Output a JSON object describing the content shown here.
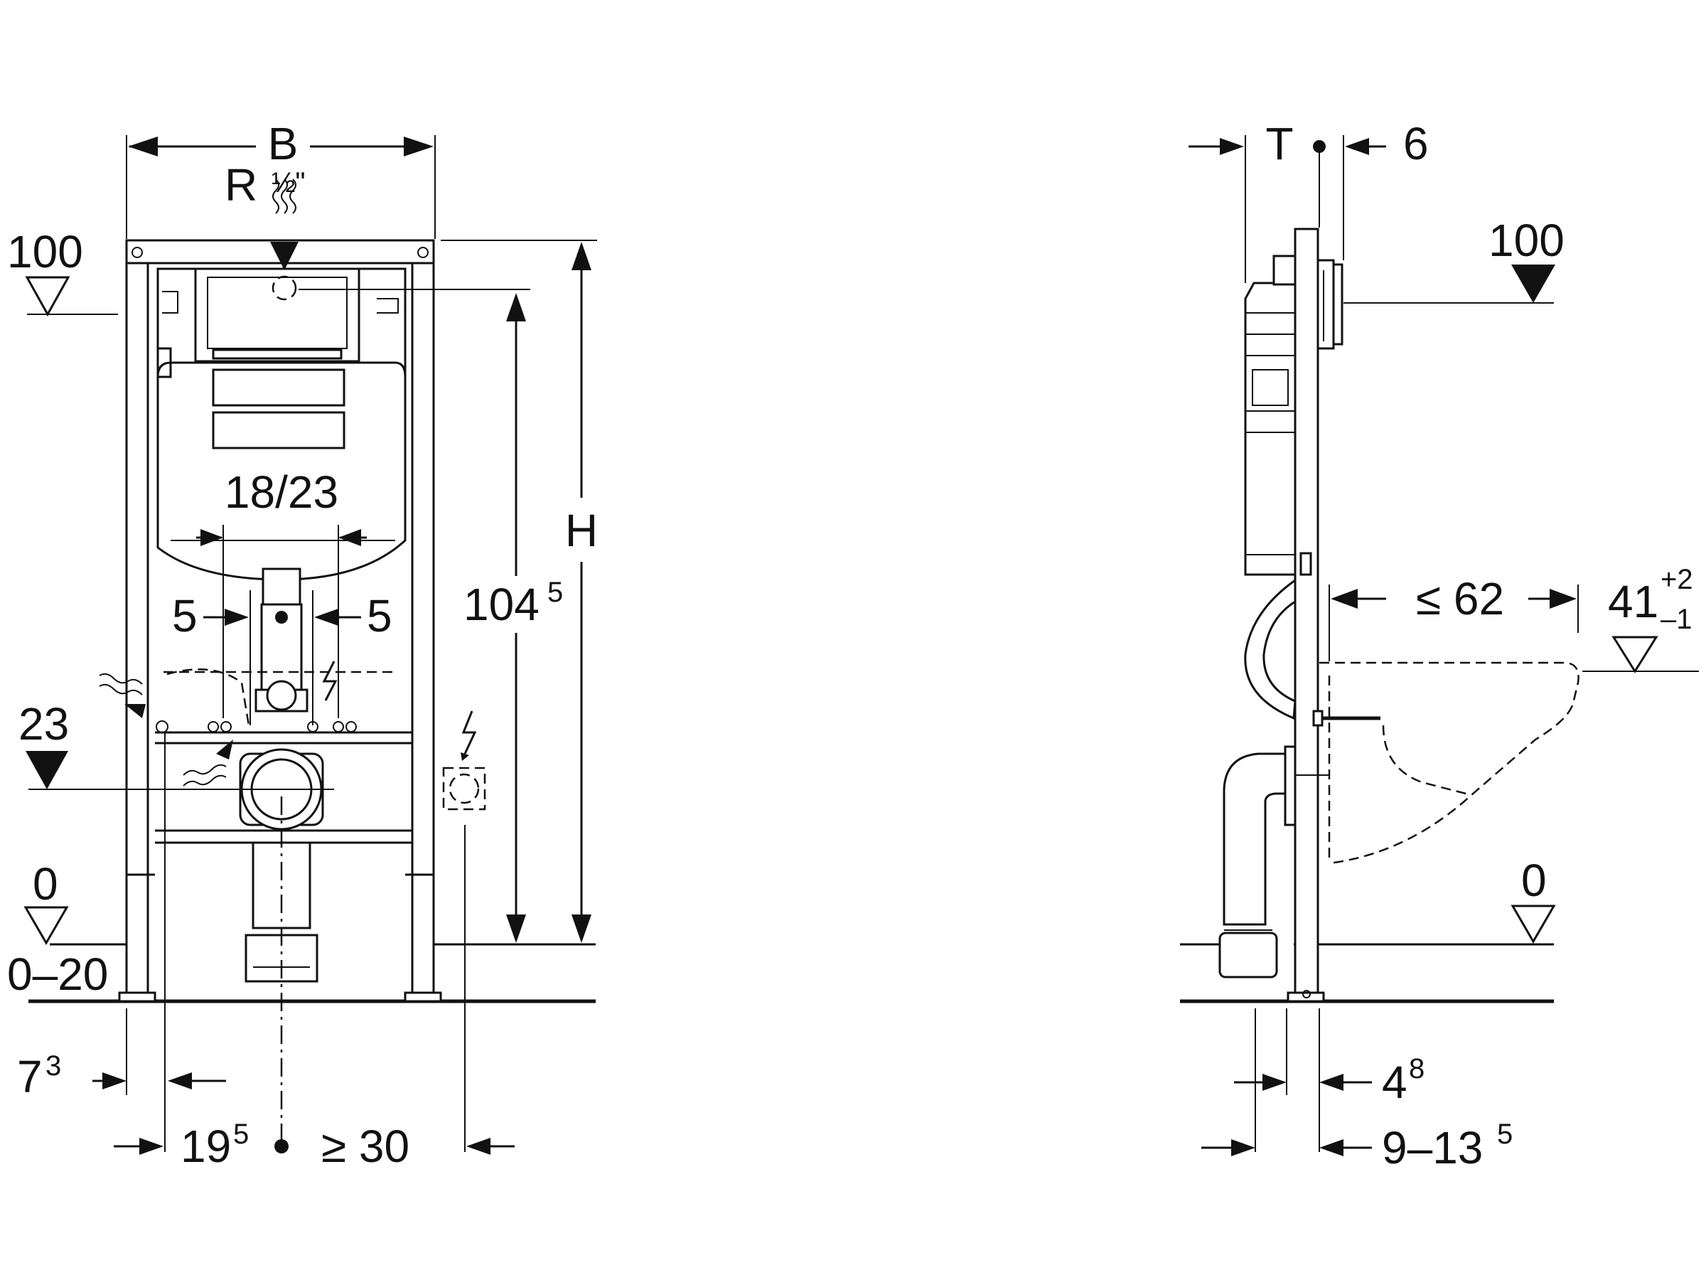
{
  "front_view": {
    "width_label": "B",
    "thread_label": "R",
    "thread_fraction": "½\"",
    "height_label": "H",
    "flush_pipe_label": "18/23",
    "offset_left": "5",
    "offset_right": "5",
    "frame_height_main": "104",
    "frame_height_sup": "5",
    "level_100": "100",
    "level_23": "23",
    "level_0": "0",
    "floor_range": "0–20",
    "foot_offset_main": "7",
    "foot_offset_sup": "3",
    "axis_distance_main": "19",
    "axis_distance_sup": "5",
    "min_distance": "≥ 30"
  },
  "side_view": {
    "depth_label": "T",
    "plate_offset": "6",
    "level_100": "100",
    "bowl_projection": "≤ 62",
    "bowl_height_main": "41",
    "bowl_height_plus": "+2",
    "bowl_height_minus": "–1",
    "level_0": "0",
    "foot_depth_main": "4",
    "foot_depth_sup": "8",
    "wall_distance_main": "9–13",
    "wall_distance_sup": "5"
  }
}
